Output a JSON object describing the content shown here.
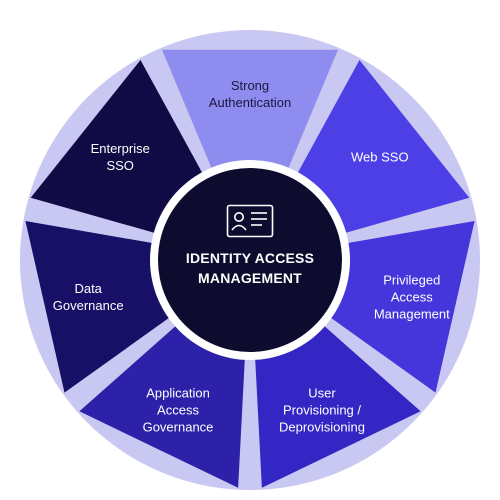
{
  "center": {
    "title": "IDENTITY ACCESS\nMANAGEMENT",
    "icon": "id-card-icon",
    "color": "#0d0b2e"
  },
  "ring_color": "#c9c8f2",
  "segments": [
    {
      "label": "Strong\nAuthentication",
      "color": "#8e8cee",
      "text_color": "#1c1640"
    },
    {
      "label": "Web SSO",
      "color": "#4c3fe6",
      "text_color": "#ffffff"
    },
    {
      "label": "Privileged\nAccess\nManagement",
      "color": "#4436da",
      "text_color": "#ffffff"
    },
    {
      "label": "User\nProvisioning /\nDeprovisioning",
      "color": "#3326c4",
      "text_color": "#ffffff"
    },
    {
      "label": "Application\nAccess\nGovernance",
      "color": "#2c21a8",
      "text_color": "#ffffff"
    },
    {
      "label": "Data\nGovernance",
      "color": "#171066",
      "text_color": "#ffffff"
    },
    {
      "label": "Enterprise\nSSO",
      "color": "#100b45",
      "text_color": "#ffffff"
    }
  ]
}
